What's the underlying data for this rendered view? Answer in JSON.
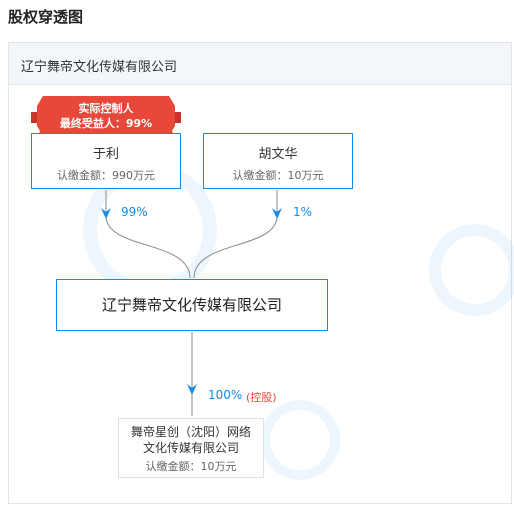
{
  "section_title": "股权穿透图",
  "root_company": "辽宁舞帝文化传媒有限公司",
  "badge": {
    "line1": "实际控制人",
    "line2": "最终受益人：99%"
  },
  "shareholders": [
    {
      "name": "于利",
      "amount": "认缴金额：990万元",
      "percent": "99%"
    },
    {
      "name": "胡文华",
      "amount": "认缴金额：10万元",
      "percent": "1%"
    }
  ],
  "main_company": "辽宁舞帝文化传媒有限公司",
  "investment": {
    "percent": "100%",
    "tag": "(控股)",
    "name_line1": "舞帝星创（沈阳）网络",
    "name_line2": "文化传媒有限公司",
    "amount": "认缴金额：10万元"
  },
  "colors": {
    "accent": "#128bed",
    "badge_red": "#e8483a",
    "line": "#888888"
  }
}
